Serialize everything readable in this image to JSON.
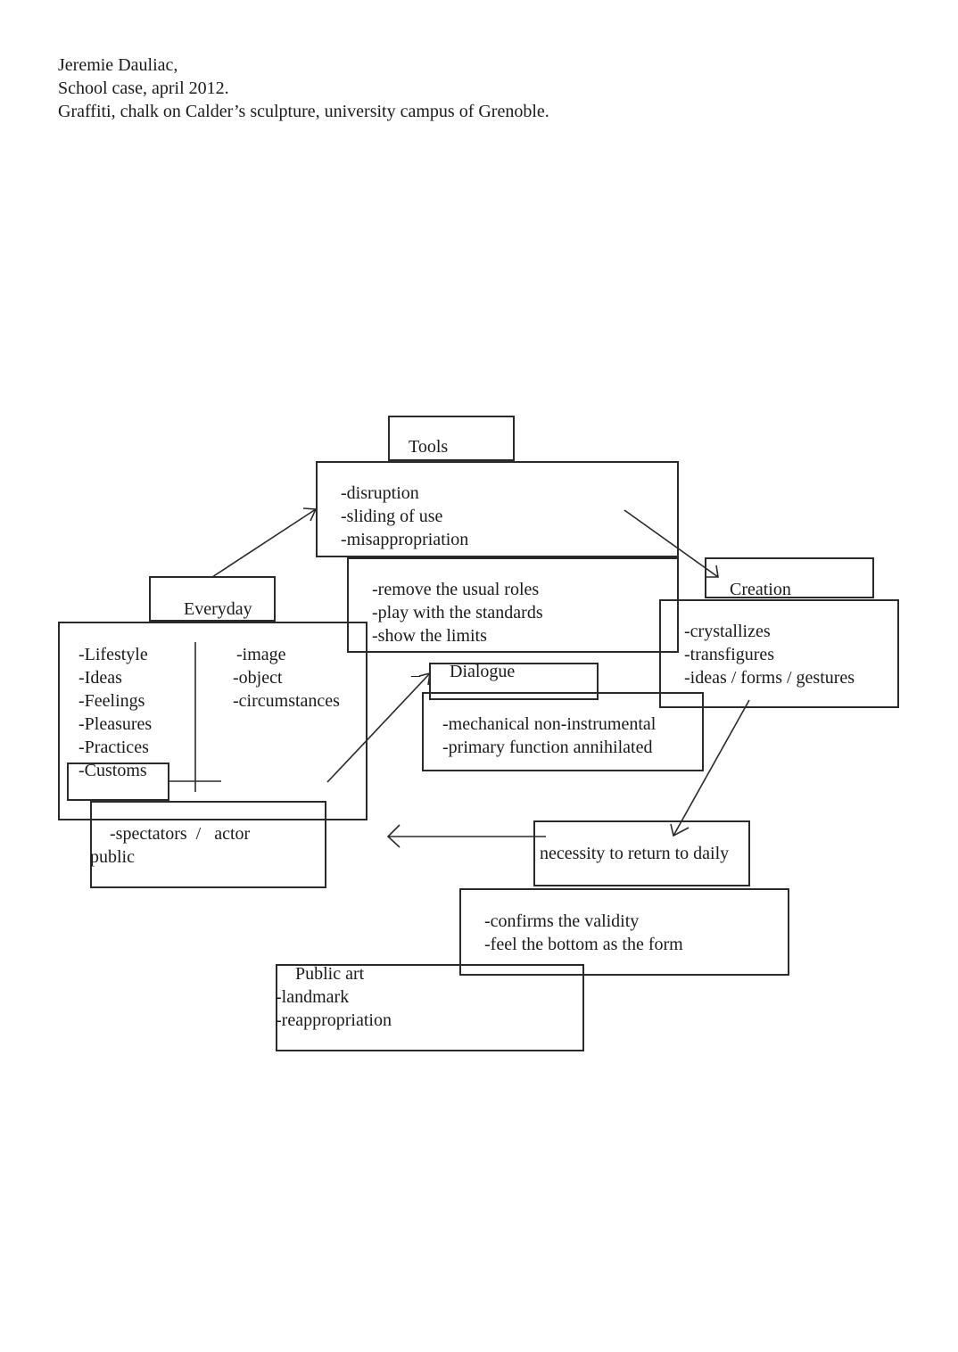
{
  "header": {
    "line1": "Jeremie Dauliac,",
    "line2": "School case, april 2012.",
    "line3": "Graffiti, chalk on Calder’s sculpture, university campus of Grenoble."
  },
  "tools": {
    "title": "Tools",
    "items": [
      "-disruption",
      "-sliding of use",
      "-misappropriation"
    ],
    "roles": [
      "-remove the usual roles",
      "-play with the standards",
      "-show the limits"
    ]
  },
  "everyday": {
    "title": "Everyday",
    "left_items": [
      "-Lifestyle",
      "-Ideas",
      "-Feelings",
      "-Pleasures",
      "-Practices",
      "-Customs"
    ],
    "right_items": [
      "-image",
      "-object",
      "-circumstances"
    ]
  },
  "spectators": {
    "line1": "-spectators  /   actor",
    "line2": "public"
  },
  "dialogue": {
    "title": "Dialogue",
    "dash": "–",
    "items": [
      "-mechanical non-instrumental",
      "-primary function annihilated"
    ]
  },
  "creation": {
    "title": "Creation",
    "items": [
      "-crystallizes",
      "-transfigures",
      "-ideas / forms / gestures"
    ]
  },
  "necessity": {
    "title": "necessity to return to daily",
    "items": [
      "-confirms the validity",
      "-feel the bottom as the form"
    ]
  },
  "public_art": {
    "title": "Public art",
    "items": [
      "-landmark",
      "-reappropriation"
    ]
  }
}
